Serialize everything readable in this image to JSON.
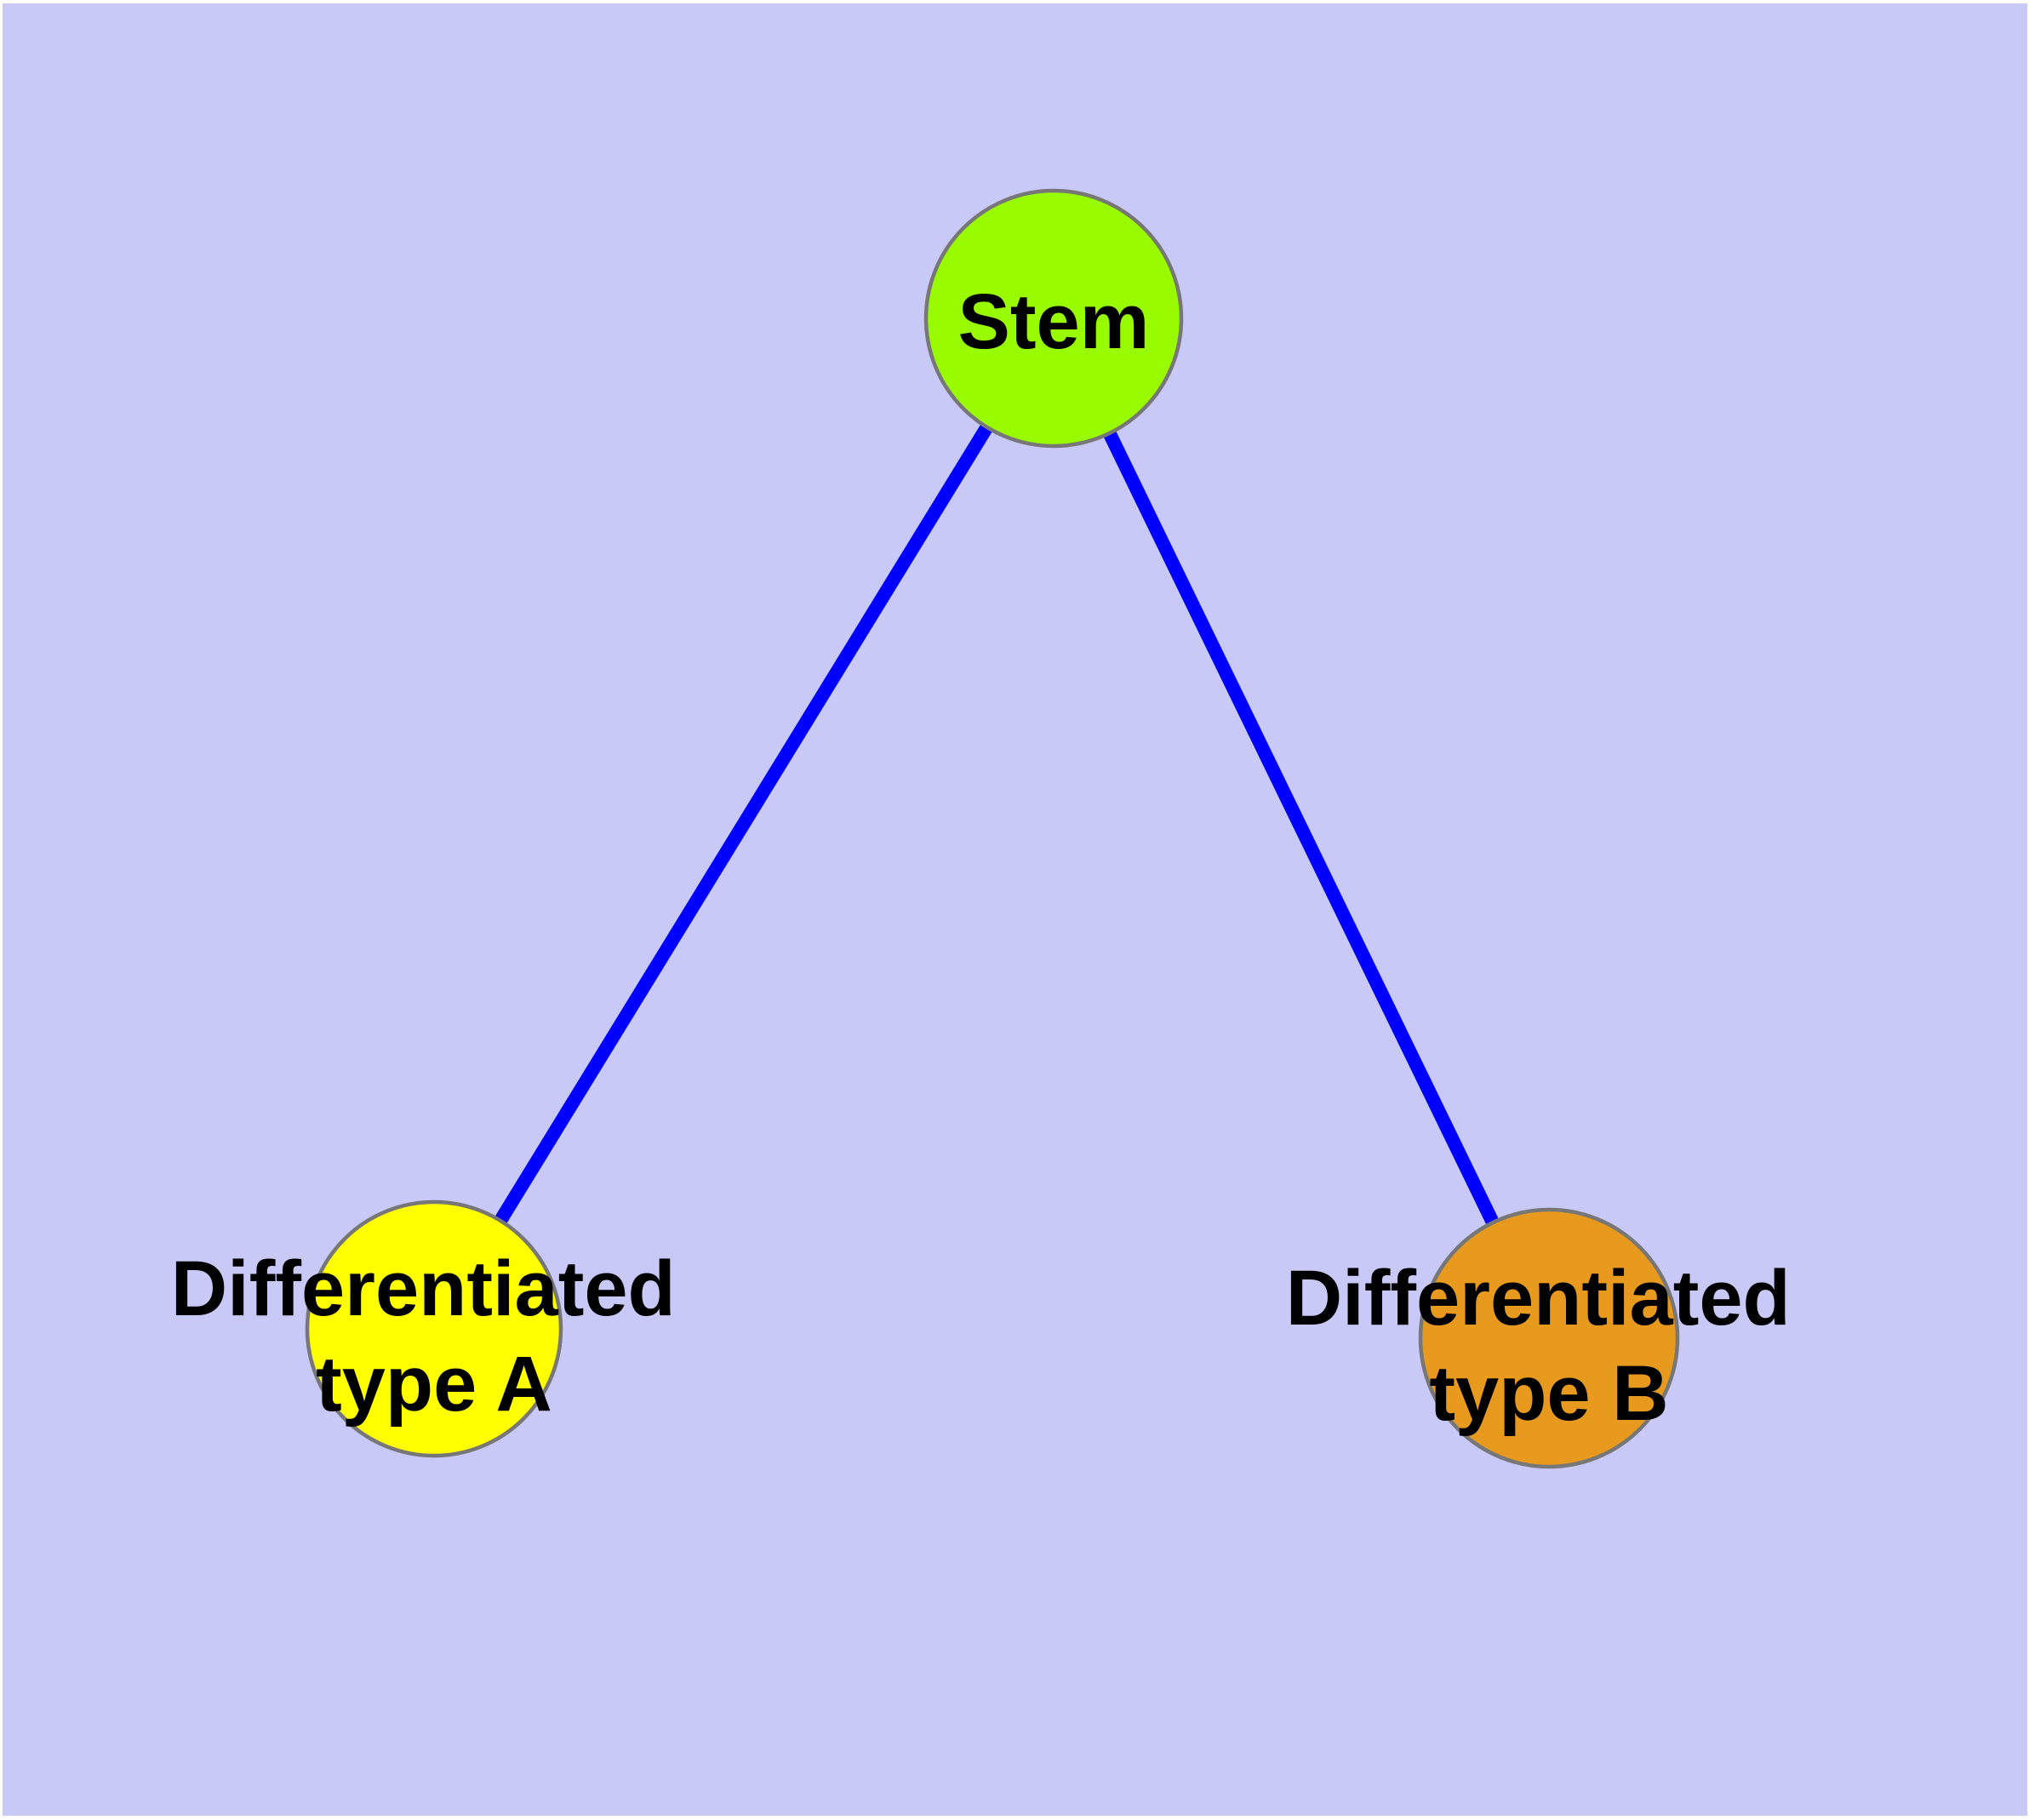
{
  "figure": {
    "title": "Stem cell differentiation graph",
    "background_color": "#c9c9f8",
    "margin_color": "#ffffff",
    "edge_color": "#0000ff",
    "node_border_color": "#777777",
    "label_color": "#000000"
  },
  "graph": {
    "nodes": [
      {
        "id": "stem",
        "label": "Stem",
        "lines": [
          "Stem"
        ],
        "fill": "#99fb00"
      },
      {
        "id": "differentiated-type-a",
        "label": "Differentiated type A",
        "lines": [
          "Differentiated",
          "type A"
        ],
        "fill": "#ffff00"
      },
      {
        "id": "differentiated-type-b",
        "label": "Differentiated type B",
        "lines": [
          "Differentiated",
          "type B"
        ],
        "fill": "#e89a1f"
      }
    ],
    "edges": [
      {
        "from": "stem",
        "to": "differentiated-type-a"
      },
      {
        "from": "stem",
        "to": "differentiated-type-b"
      }
    ]
  }
}
